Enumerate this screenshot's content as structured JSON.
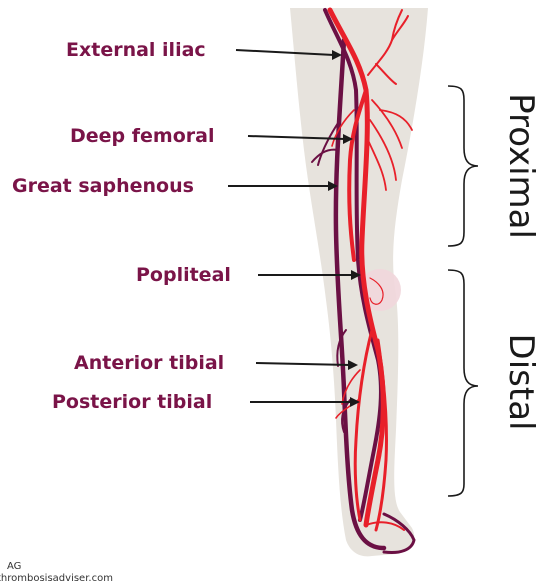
{
  "labels": {
    "external_iliac": "External iliac",
    "deep_femoral": "Deep femoral",
    "great_saphenous": "Great saphenous",
    "popliteal": "Popliteal",
    "anterior_tibial": "Anterior tibial",
    "posterior_tibial": "Posterior tibial"
  },
  "regions": {
    "proximal": "Proximal",
    "distal": "Distal"
  },
  "credit": {
    "line1": "AG",
    "line2": "thrombosisadviser.com"
  },
  "colors": {
    "label_text": "#7a1448",
    "vein": "#6b1044",
    "artery": "#e8202a",
    "leg_skin": "#e7e3dd",
    "knee_highlight": "#f1d6dc"
  }
}
